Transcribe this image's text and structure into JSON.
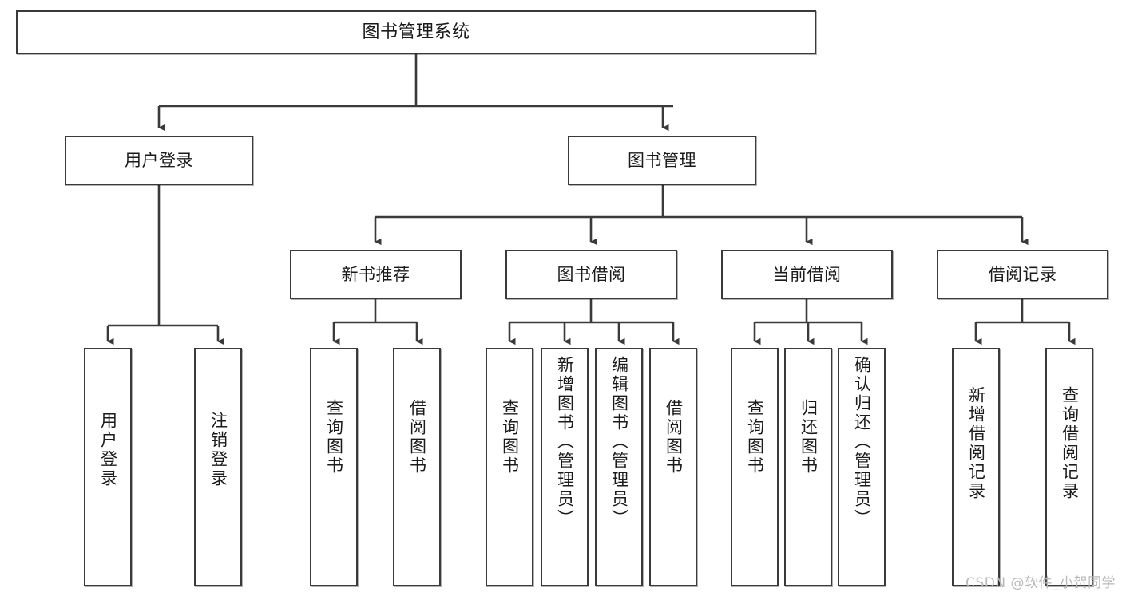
{
  "diagram": {
    "title": "图书管理系统",
    "type": "tree-hierarchy-chart",
    "watermark": "CSDN @软件_小贺同学",
    "colors": {
      "box_border": "#3a3a3a",
      "box_fill": "#ffffff",
      "connector": "#3a3a3a",
      "text": "#1b1b1b",
      "watermark": "#b9b9b9"
    },
    "root": {
      "label": "图书管理系统"
    },
    "level2": [
      {
        "label": "用户登录"
      },
      {
        "label": "图书管理"
      }
    ],
    "level3": [
      {
        "label": "新书推荐"
      },
      {
        "label": "图书借阅"
      },
      {
        "label": "当前借阅"
      },
      {
        "label": "借阅记录"
      }
    ],
    "leaves": {
      "user_login": [
        {
          "label": "用户登录"
        },
        {
          "label": "注销登录"
        }
      ],
      "new_book_recommend": [
        {
          "label": "查询图书"
        },
        {
          "label": "借阅图书"
        }
      ],
      "book_borrow": [
        {
          "label": "查询图书"
        },
        {
          "label": "新增图书（管理员）"
        },
        {
          "label": "编辑图书（管理员）"
        },
        {
          "label": "借阅图书"
        }
      ],
      "current_borrow": [
        {
          "label": "查询图书"
        },
        {
          "label": "归还图书"
        },
        {
          "label": "确认归还（管理员）"
        }
      ],
      "borrow_record": [
        {
          "label": "新增借阅记录"
        },
        {
          "label": "查询借阅记录"
        }
      ]
    }
  }
}
